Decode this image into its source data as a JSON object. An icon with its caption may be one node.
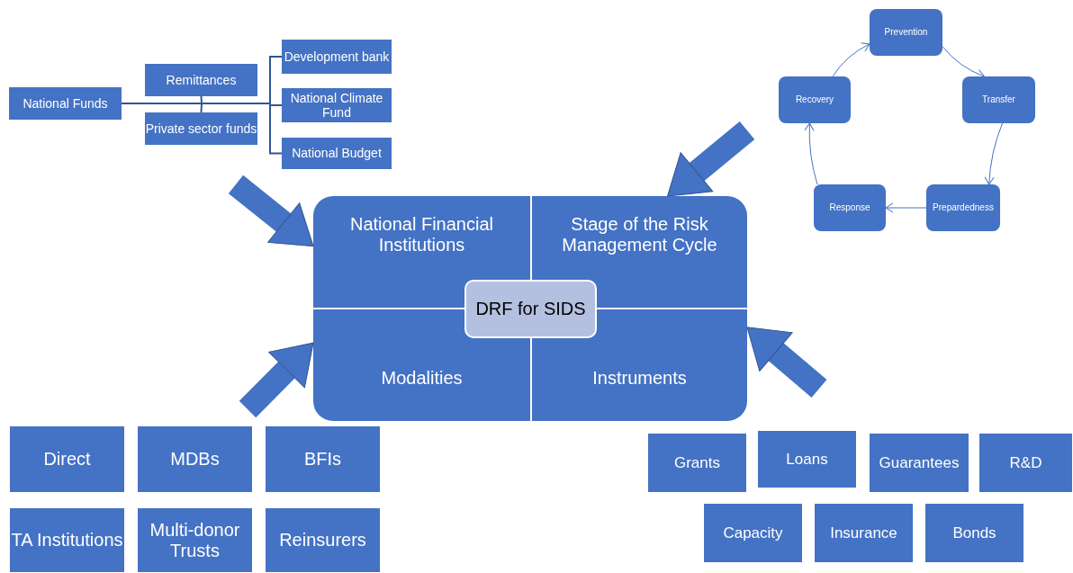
{
  "diagram": {
    "nodes": [
      {
        "text": [
          "National Funds"
        ]
      },
      {
        "text": [
          "Remittances"
        ]
      },
      {
        "text": [
          "Private sector funds"
        ]
      },
      {
        "text": [
          "Development bank"
        ]
      },
      {
        "text": [
          "National Climate Fund"
        ]
      },
      {
        "text": [
          "National Budget"
        ]
      },
      {
        "text": [
          "Prevention"
        ]
      },
      {
        "text": [
          "Transfer"
        ]
      },
      {
        "text": [
          "Prepardedness"
        ]
      },
      {
        "text": [
          "Response"
        ]
      },
      {
        "text": [
          "Recovery"
        ]
      },
      {
        "text": [
          "National Financial Institutions"
        ]
      },
      {
        "text": [
          "Stage of the Risk Management Cycle"
        ]
      },
      {
        "text": [
          "Modalities"
        ]
      },
      {
        "text": [
          "Instruments"
        ]
      },
      {
        "text": [
          "DRF for SIDS"
        ]
      },
      {
        "text": [
          "Direct"
        ]
      },
      {
        "text": [
          "MDBs"
        ]
      },
      {
        "text": [
          "BFIs"
        ]
      },
      {
        "text": [
          "TA Institutions"
        ]
      },
      {
        "text": [
          "Multi-donor Trusts"
        ]
      },
      {
        "text": [
          "Reinsurers"
        ]
      },
      {
        "text": [
          "Grants"
        ]
      },
      {
        "text": [
          "Loans"
        ]
      },
      {
        "text": [
          "Guarantees"
        ]
      },
      {
        "text": [
          "R&D"
        ]
      },
      {
        "text": [
          "Capacity"
        ]
      },
      {
        "text": [
          "Insurance"
        ]
      },
      {
        "text": [
          "Bonds"
        ]
      }
    ],
    "edges": [
      {
        "from": 0,
        "to": 1,
        "arrow": "none"
      },
      {
        "from": 0,
        "to": 2,
        "arrow": "none"
      },
      {
        "from": 0,
        "to": 3,
        "arrow": "none"
      },
      {
        "from": 0,
        "to": 4,
        "arrow": "none"
      },
      {
        "from": 0,
        "to": 5,
        "arrow": "none"
      },
      {
        "from": 6,
        "to": 7,
        "arrow": "to"
      },
      {
        "from": 7,
        "to": 8,
        "arrow": "to"
      },
      {
        "from": 8,
        "to": 9,
        "arrow": "to"
      },
      {
        "from": 9,
        "to": 10,
        "arrow": "to"
      },
      {
        "from": 10,
        "to": 6,
        "arrow": "to"
      },
      {
        "from": null,
        "to": 11,
        "arrow": "to",
        "style": "thick"
      },
      {
        "from": null,
        "to": 12,
        "arrow": "to",
        "style": "thick"
      },
      {
        "from": null,
        "to": 13,
        "arrow": "to",
        "style": "thick"
      },
      {
        "from": null,
        "to": 14,
        "arrow": "to",
        "style": "thick"
      }
    ]
  }
}
